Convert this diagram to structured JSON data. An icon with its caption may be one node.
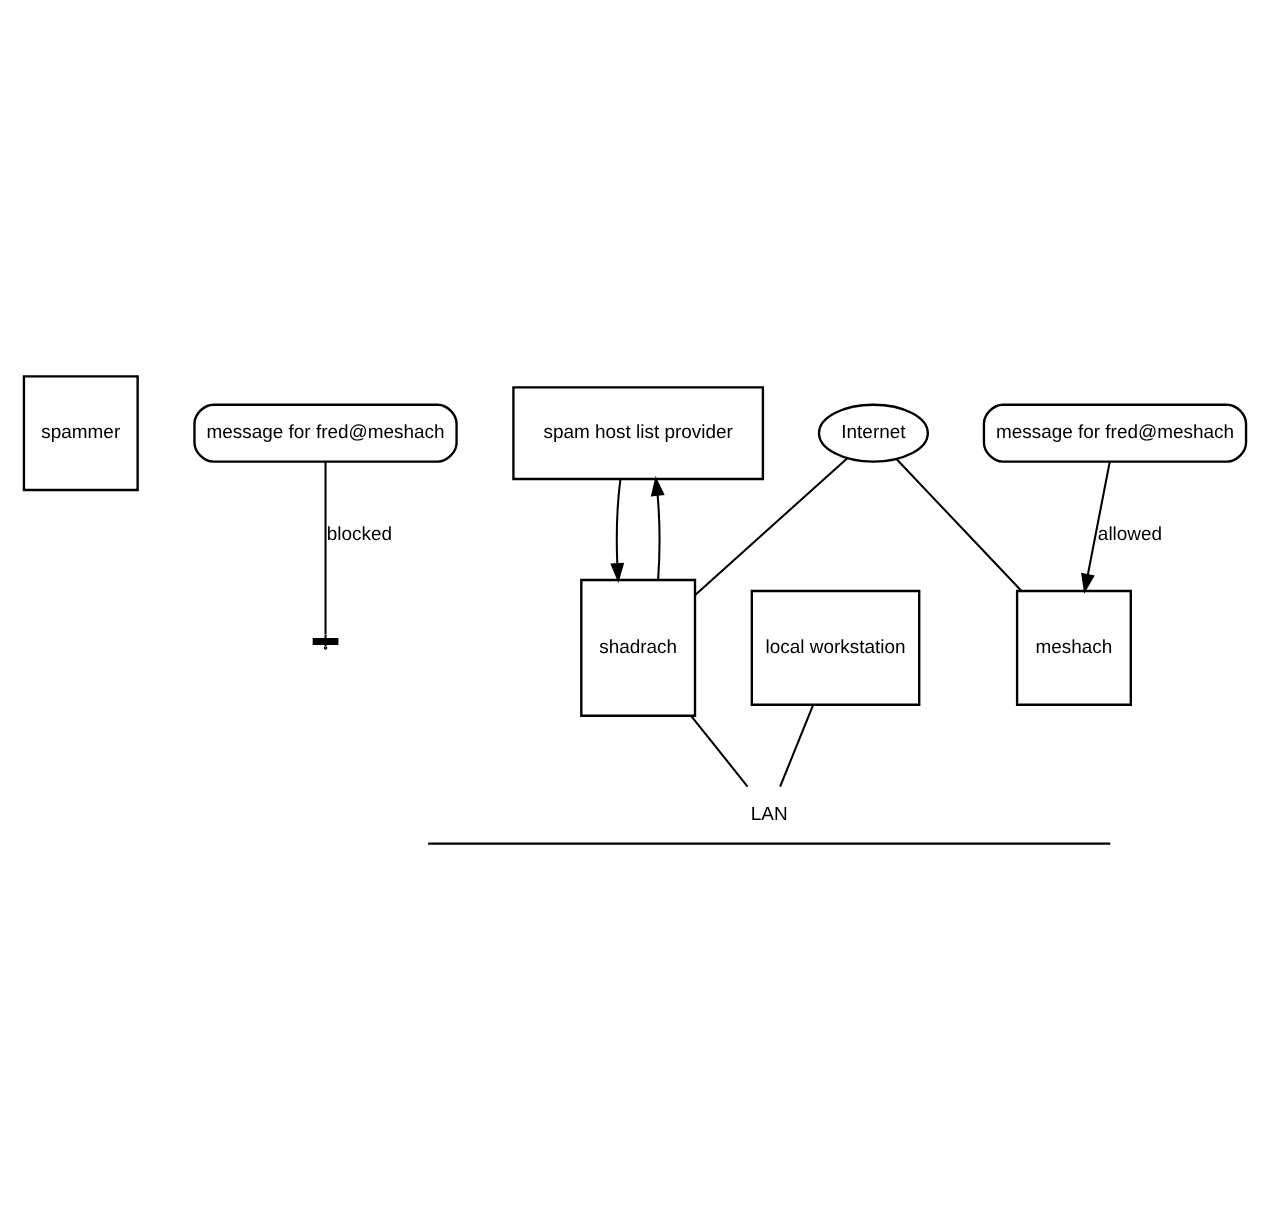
{
  "diagram": {
    "nodes": [
      {
        "text": [
          "spammer"
        ]
      },
      {
        "text": [
          "message for fred@meshach"
        ]
      },
      {
        "text": [
          "spam host list provider"
        ]
      },
      {
        "text": [
          "Internet"
        ]
      },
      {
        "text": [
          "meshach"
        ]
      },
      {
        "text": [
          "shadrach"
        ]
      },
      {
        "text": [
          "LAN"
        ]
      },
      {
        "text": [
          "local workstation"
        ]
      },
      {
        "text": [
          "message for fred@meshach"
        ]
      }
    ],
    "edges": [
      {
        "from": 1,
        "to": null,
        "arrow": "other",
        "label": "blocked"
      },
      {
        "from": 3,
        "to": 5,
        "arrow": "none"
      },
      {
        "from": 3,
        "to": 4,
        "arrow": "none"
      },
      {
        "from": 5,
        "to": 2,
        "arrow": "to"
      },
      {
        "from": 2,
        "to": 5,
        "arrow": "to"
      },
      {
        "from": 8,
        "to": 4,
        "arrow": "to",
        "label": "allowed"
      },
      {
        "from": 5,
        "to": 6,
        "arrow": "none"
      },
      {
        "from": 7,
        "to": 6,
        "arrow": "none"
      }
    ]
  }
}
